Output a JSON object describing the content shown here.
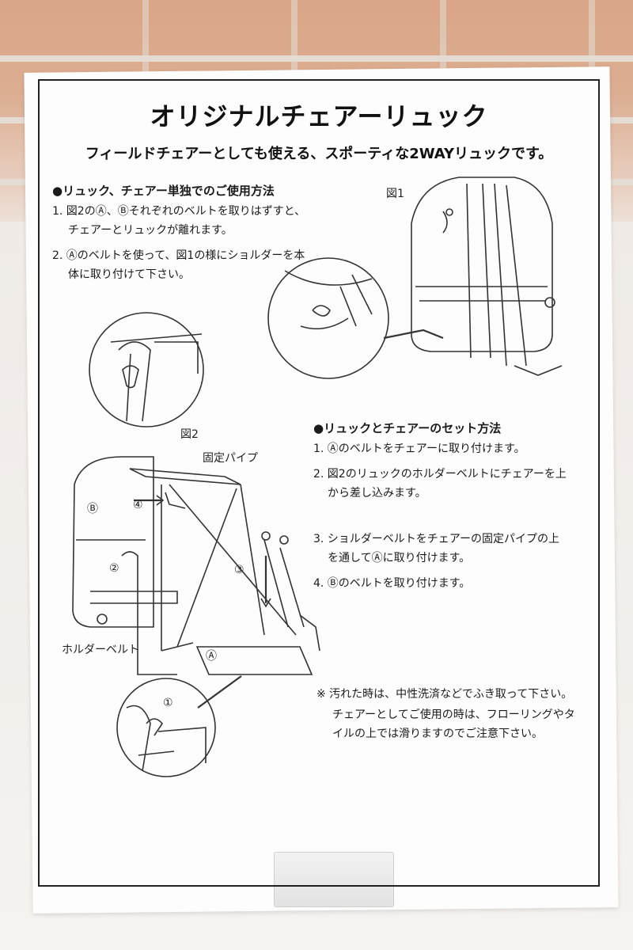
{
  "title": "オリジナルチェアーリュック",
  "subtitle": "フィールドチェアーとしても使える、スポーティな2WAYリュックです。",
  "section1": {
    "heading": "●リュック、チェアー単独でのご使用方法",
    "steps": [
      {
        "line1": "1. 図2のⒶ、Ⓑそれぞれのベルトを取りはずすと、",
        "line2": "チェアーとリュックが離れます。"
      },
      {
        "line1": "2. Ⓐのベルトを使って、図1の様にショルダーを本",
        "line2": "体に取り付けて下さい。"
      }
    ]
  },
  "section2": {
    "heading": "●リュックとチェアーのセット方法",
    "steps": [
      {
        "line1": "1. Ⓐのベルトをチェアーに取り付けます。",
        "line2": ""
      },
      {
        "line1": "2. 図2のリュックのホルダーベルトにチェアーを上",
        "line2": "から差し込みます。"
      },
      {
        "line1": "3. ショルダーベルトをチェアーの固定パイプの上",
        "line2": "を通してⒶに取り付けます。"
      },
      {
        "line1": "4. Ⓑのベルトを取り付けます。",
        "line2": ""
      }
    ]
  },
  "figures": {
    "fig1": "図1",
    "fig2": "図2",
    "fixed_pipe": "固定パイプ",
    "holder_belt": "ホルダーベルト",
    "mark_a": "Ⓐ",
    "mark_b": "Ⓑ",
    "num1": "①",
    "num2": "②",
    "num3": "③",
    "num4": "④"
  },
  "notes": [
    "※ 汚れた時は、中性洗済などでふき取って下さい。",
    "チェアーとしてご使用の時は、フローリングやタ",
    "イルの上では滑りますのでご注意下さい。"
  ]
}
